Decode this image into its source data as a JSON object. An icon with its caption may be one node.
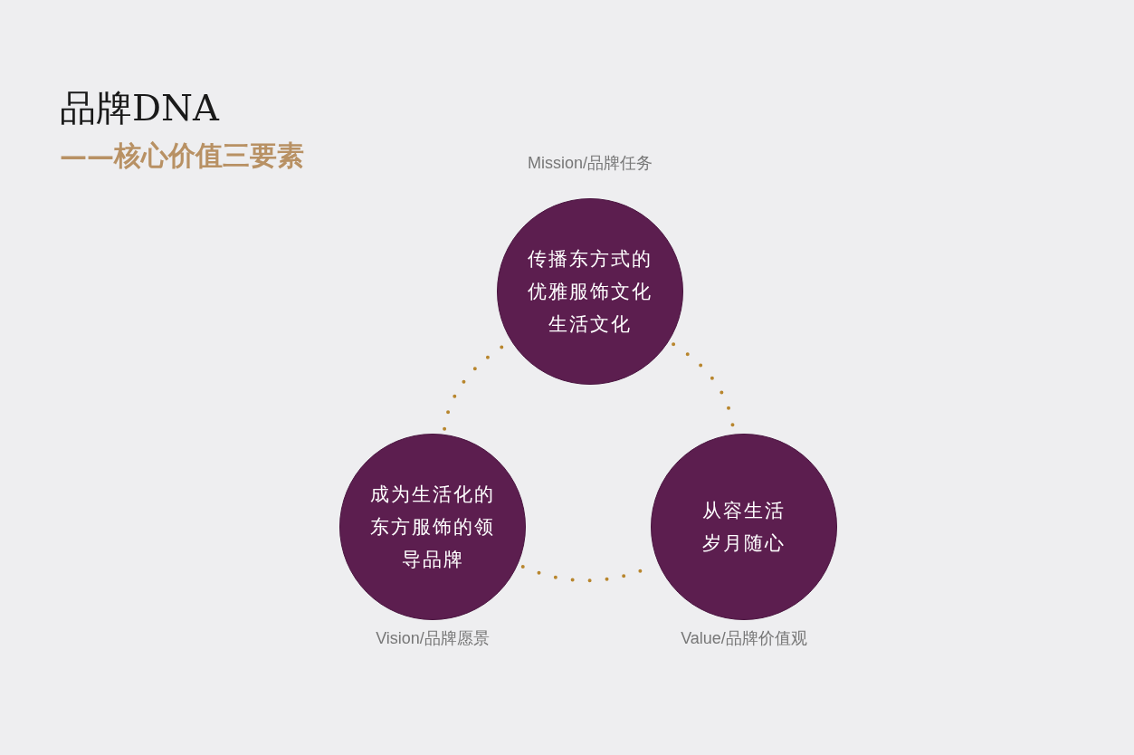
{
  "diagram": {
    "title": "品牌DNA",
    "nodes": [
      {
        "text": [
          "传播东方式的优雅服饰文化生活文化"
        ],
        "beside": [
          "Mission/品牌任务"
        ]
      },
      {
        "text": [
          "成为生活化的东方服饰的领导品牌"
        ],
        "beside": [
          "Vision/品牌愿景"
        ]
      },
      {
        "text": [
          "从容生活岁月随心"
        ],
        "beside": [
          "Value/品牌价值观"
        ]
      }
    ],
    "edges": [
      {
        "from": 1,
        "to": 0,
        "arrow": "none",
        "style": "dashed"
      },
      {
        "from": 0,
        "to": 2,
        "arrow": "none",
        "style": "dashed"
      },
      {
        "from": 1,
        "to": 2,
        "arrow": "none",
        "style": "dashed"
      }
    ],
    "labels": [
      "——核心价值三要素"
    ]
  }
}
